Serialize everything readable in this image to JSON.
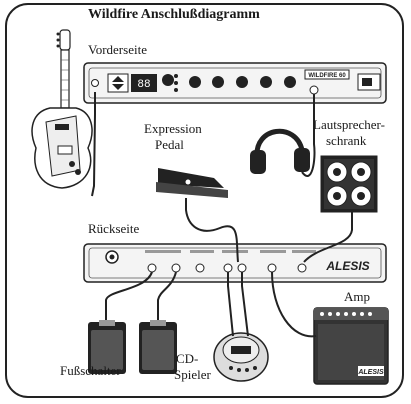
{
  "title": "Wildfire Anschlußdiagramm",
  "labels": {
    "front_panel": "Vorderseite",
    "pedal_line1": "Expression",
    "pedal_line2": "Pedal",
    "speaker_line1": "Lautsprecher-",
    "speaker_line2": "schrank",
    "rear_panel": "Rückseite",
    "amp": "Amp",
    "footswitch": "Fußschalter",
    "cd_line1": "CD-",
    "cd_line2": "Spieler"
  },
  "devices": {
    "front_display": "88",
    "front_logo": "WILDFIRE 60",
    "rear_logo": "ALESIS",
    "amp_logo": "ALESIS"
  }
}
